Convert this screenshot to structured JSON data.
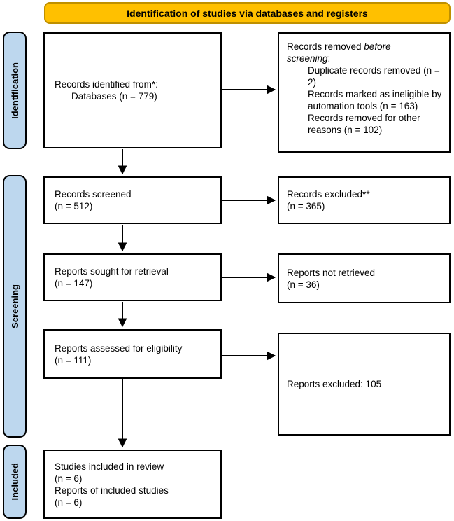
{
  "banner": {
    "label": "Identification of studies via databases and registers"
  },
  "stages": [
    {
      "label": "Identification"
    },
    {
      "label": "Screening"
    },
    {
      "label": "Included"
    }
  ],
  "boxes": {
    "identified": {
      "title": "Records identified from*:",
      "sub": "Databases (n = 779)"
    },
    "removed": {
      "line1_plain": "Records removed ",
      "line1_italic": "before",
      "line2_italic": "screening",
      "line2_plain": ":",
      "items": [
        "Duplicate records removed (n = 2)",
        "Records marked as ineligible by automation tools (n = 163)",
        "Records removed for other reasons (n = 102)"
      ]
    },
    "screened": {
      "line1": "Records screened",
      "line2": "(n = 512)"
    },
    "excluded": {
      "line1": "Records excluded**",
      "line2": "(n = 365)"
    },
    "sought": {
      "line1": "Reports sought for retrieval",
      "line2": "(n = 147)"
    },
    "not_retrieved": {
      "line1": "Reports not retrieved",
      "line2": "(n = 36)"
    },
    "assessed": {
      "line1": "Reports assessed for eligibility",
      "line2": "(n = 111)"
    },
    "reports_excluded": {
      "line1": "Reports excluded: 105"
    },
    "included": {
      "line1": "Studies included in review",
      "line2": "(n = 6)",
      "line3": "Reports of included studies",
      "line4": "(n = 6)"
    }
  },
  "colors": {
    "banner_bg": "#FFC000",
    "banner_border": "#BF9000",
    "stage_bg": "#BDD7EE",
    "box_border": "#000000",
    "arrow": "#000000"
  }
}
